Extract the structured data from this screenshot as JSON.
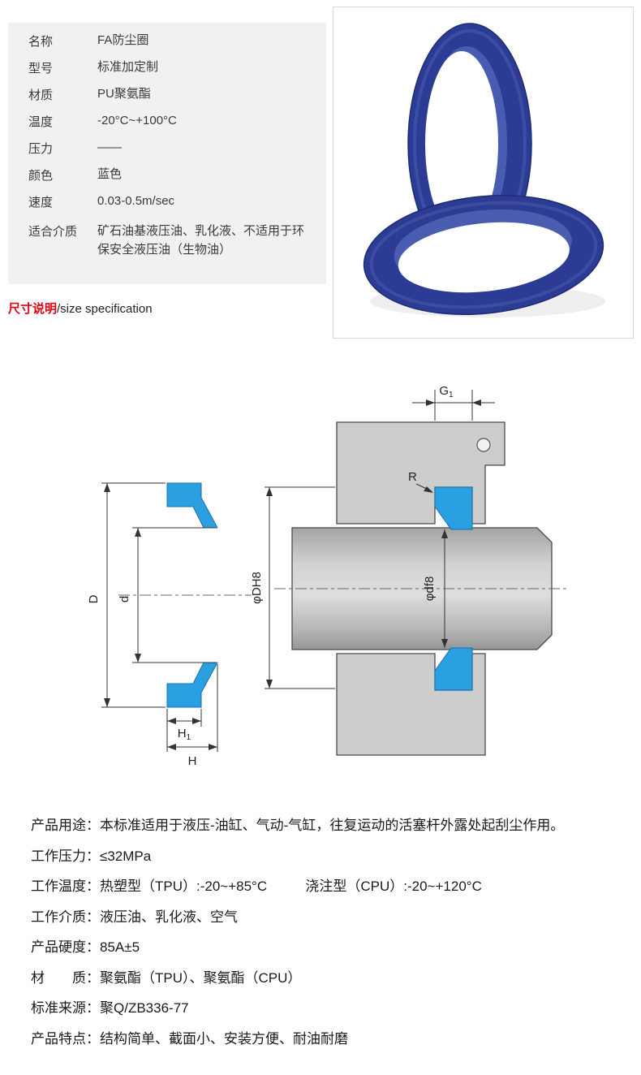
{
  "spec_table": {
    "rows": [
      {
        "label": "名称",
        "value": "FA防尘圈"
      },
      {
        "label": "型号",
        "value": "标准加定制"
      },
      {
        "label": "材质",
        "value": "PU聚氨酯"
      },
      {
        "label": "温度",
        "value": "-20°C~+100°C"
      },
      {
        "label": "压力",
        "value": "——"
      },
      {
        "label": "颜色",
        "value": "蓝色"
      },
      {
        "label": "速度",
        "value": "0.03-0.5m/sec"
      },
      {
        "label": "适合介质",
        "value": "矿石油基液压油、乳化液、不适用于环保安全液压油（生物油）"
      }
    ]
  },
  "section_heading": {
    "title_cn": "尺寸说明",
    "title_en": "/size specification"
  },
  "diagram_labels": {
    "g": "G",
    "g_sub": "1",
    "r": "R",
    "bore": "φDH8",
    "shaft": "φdf8",
    "outer_dia": "D",
    "inner_dia": "d",
    "h1": "H",
    "h1_sub": "1",
    "h": "H"
  },
  "details": {
    "lines": [
      "产品用途：本标准适用于液压-油缸、气动-气缸，往复运动的活塞杆外露处起刮尘作用。",
      "工作压力：≤32MPa",
      "工作温度：热塑型（TPU）:-20~+85°C          浇注型（CPU）:-20~+120°C",
      "工作介质：液压油、乳化液、空气",
      "产品硬度：85A±5",
      "材　　质：聚氨酯（TPU）、聚氨酯（CPU）",
      "标准来源：聚Q/ZB336-77",
      "产品特点：结构简单、截面小、安装方便、耐油耐磨"
    ]
  },
  "colors": {
    "accent_red": "#e60012",
    "panel_gray": "#f1f1f1",
    "seal_blue": "#2ba0e0",
    "ring_navy": "#2c3b94",
    "ring_wall": "#4a5cb0",
    "housing_gray": "#cdcdcd"
  }
}
